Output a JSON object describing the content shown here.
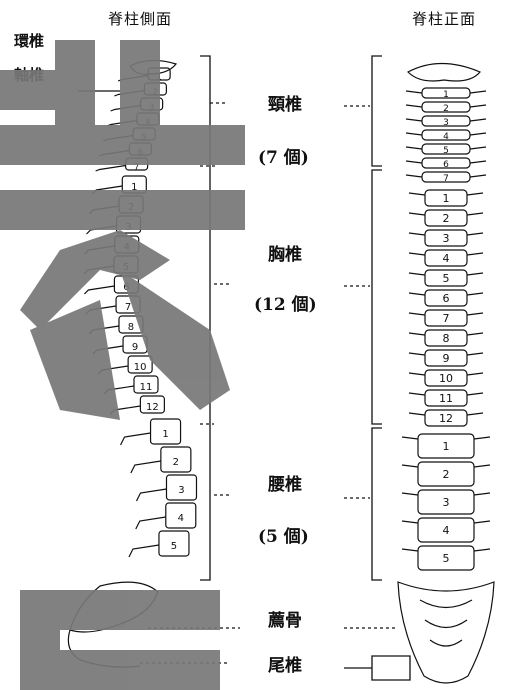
{
  "titles": {
    "side": "脊柱側面",
    "front": "脊柱正面"
  },
  "side_labels": {
    "atlas": "環椎",
    "axis": "軸椎"
  },
  "regions": {
    "cervical": {
      "name": "頸椎",
      "count": "(7 個)",
      "vertebrae": [
        "1",
        "2",
        "3",
        "4",
        "5",
        "6",
        "7"
      ]
    },
    "thoracic": {
      "name": "胸椎",
      "count": "(12 個)",
      "vertebrae": [
        "1",
        "2",
        "3",
        "4",
        "5",
        "6",
        "7",
        "8",
        "9",
        "10",
        "11",
        "12"
      ]
    },
    "lumbar": {
      "name": "腰椎",
      "count": "(5 個)",
      "vertebrae": [
        "1",
        "2",
        "3",
        "4",
        "5"
      ]
    },
    "sacrum": {
      "name": "薦骨"
    },
    "coccyx": {
      "name": "尾椎"
    }
  },
  "colors": {
    "line": "#111111",
    "watermark": "#7a7a7a"
  }
}
